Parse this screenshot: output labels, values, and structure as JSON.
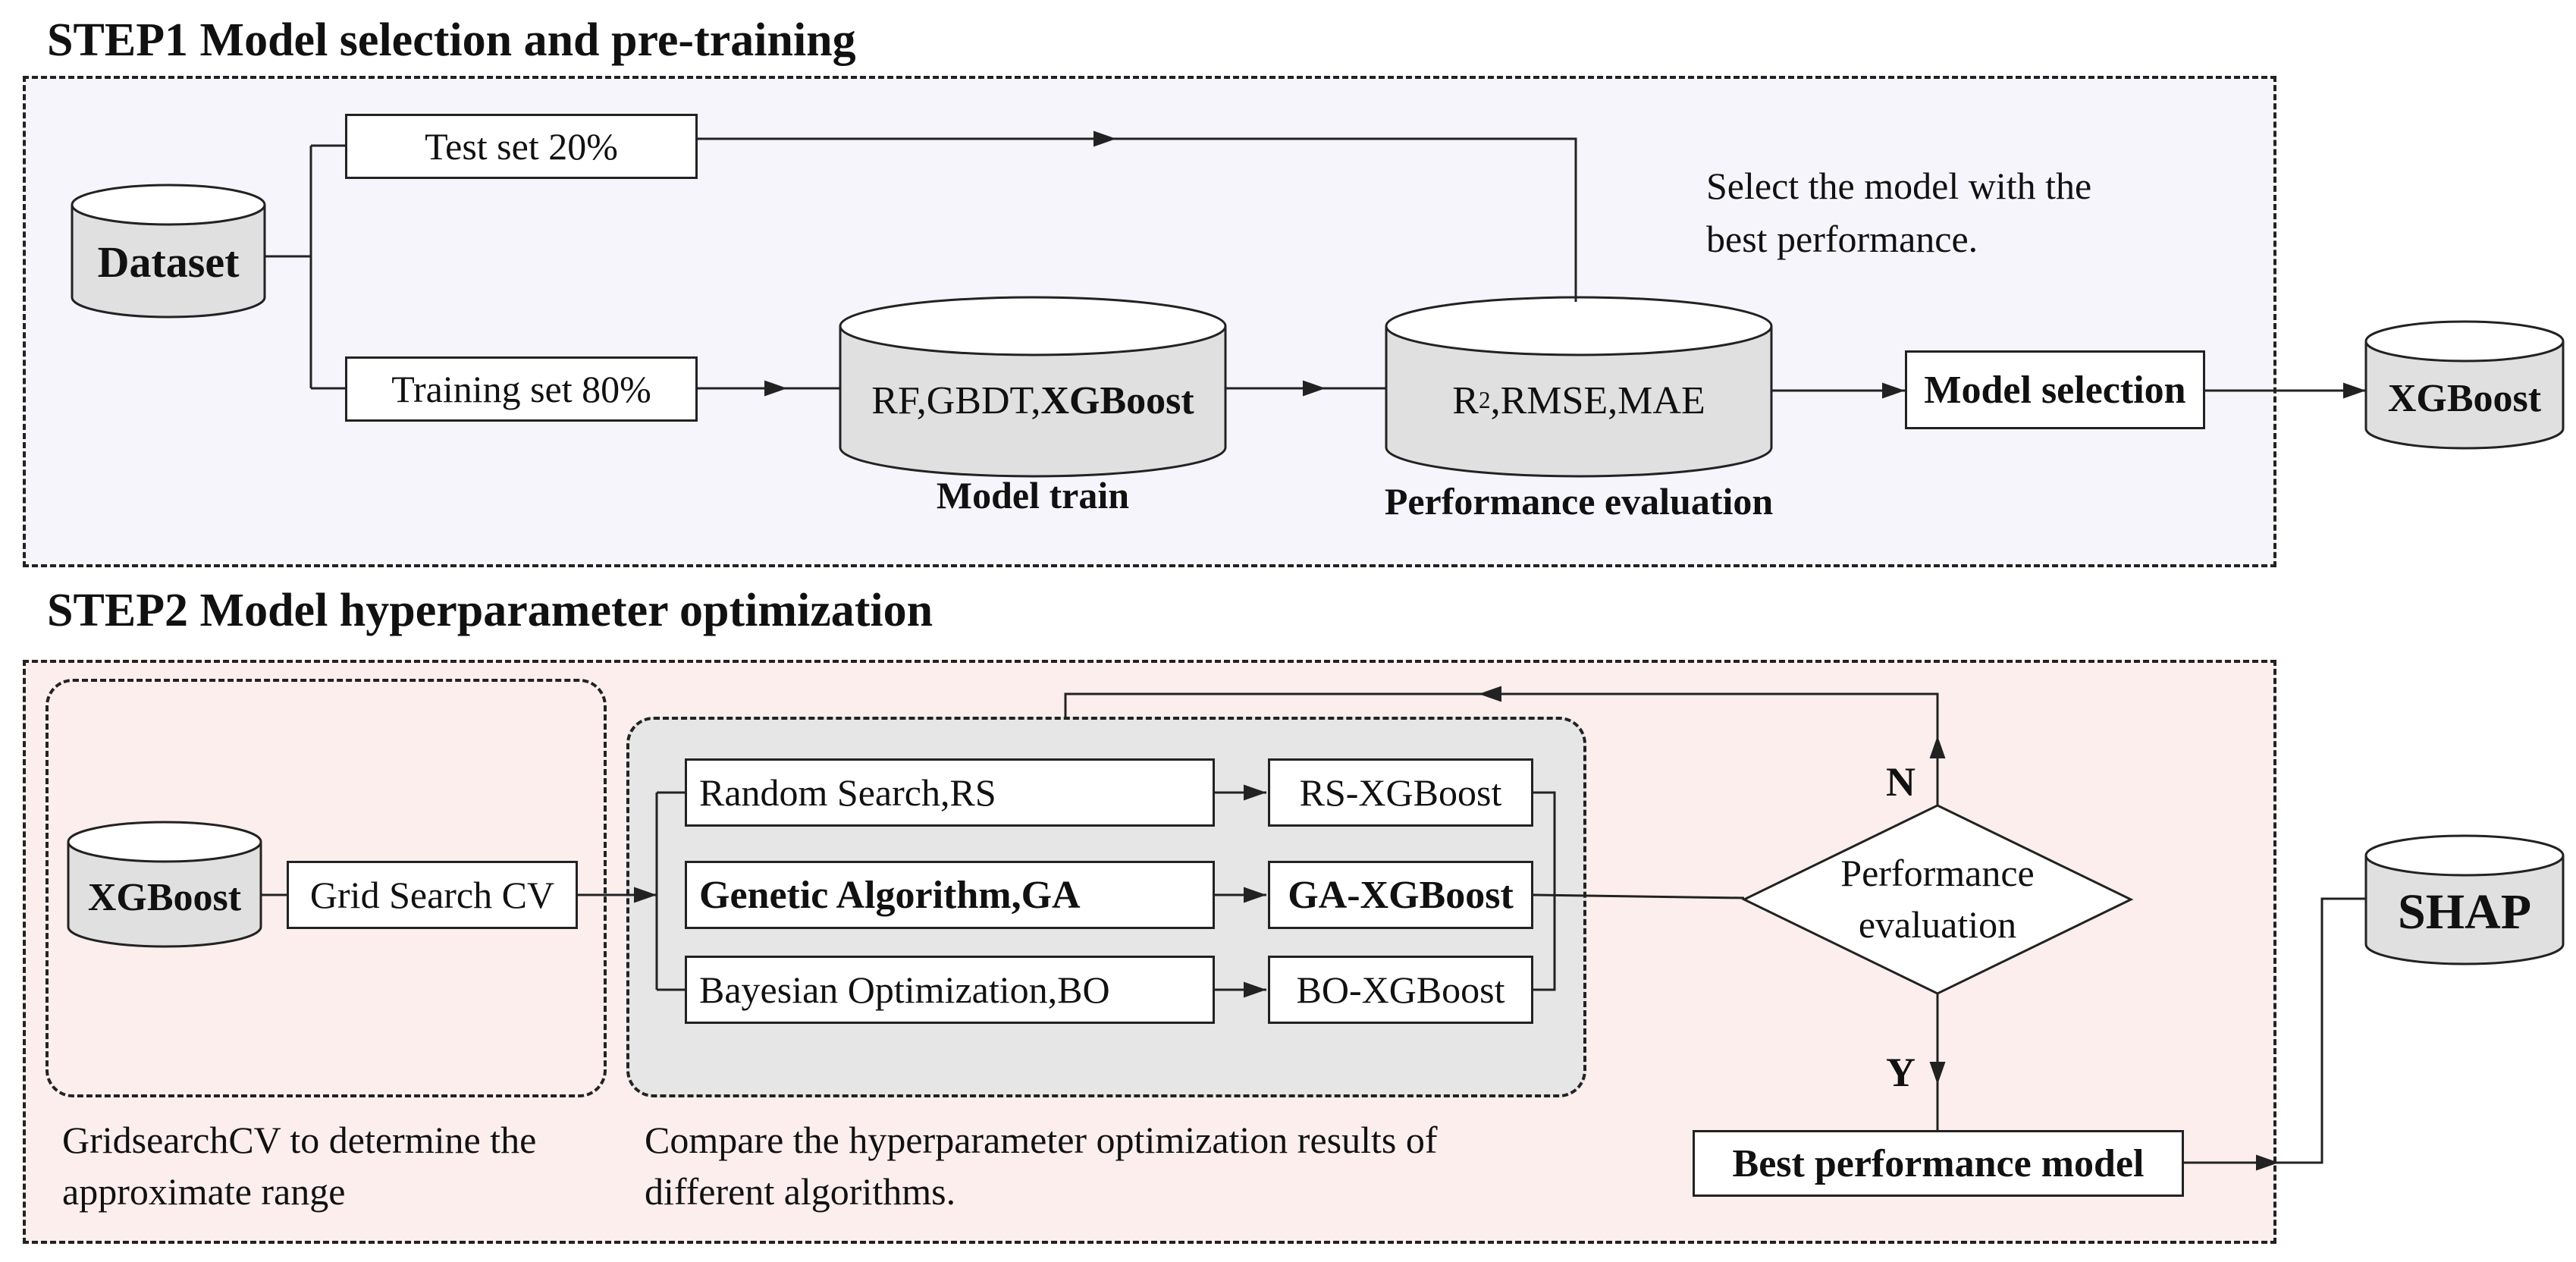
{
  "step1": {
    "title": "STEP1 Model selection and pre-training",
    "dataset": "Dataset",
    "test_set": "Test set 20%",
    "training_set": "Training set 80%",
    "models_plain": "RF,GBDT,",
    "models_bold": "XGBoost",
    "model_train_label": "Model train",
    "metric_r": "R",
    "metric_sup": "2",
    "metric_rest": ",RMSE,MAE",
    "performance_label": "Performance evaluation",
    "note_line1": "Select the model with the",
    "note_line2": "best performance.",
    "model_selection": "Model selection",
    "selected_model": "XGBoost"
  },
  "step2": {
    "title": "STEP2 Model hyperparameter optimization",
    "xgboost": "XGBoost",
    "grid_search": "Grid Search CV",
    "grid_note_line1": "GridsearchCV to determine the",
    "grid_note_line2": "approximate range",
    "methods": [
      {
        "name": "Random Search,RS",
        "result": "RS-XGBoost",
        "bold": false
      },
      {
        "name": "Genetic Algorithm,GA",
        "result": "GA-XGBoost",
        "bold": true
      },
      {
        "name": "Bayesian Optimization,BO",
        "result": "BO-XGBoost",
        "bold": false
      }
    ],
    "compare_note_line1": "Compare the hyperparameter optimization results of",
    "compare_note_line2": "different algorithms.",
    "decision_line1": "Performance",
    "decision_line2": "evaluation",
    "no_label": "N",
    "yes_label": "Y",
    "best_model": "Best performance model",
    "shap": "SHAP"
  },
  "colors": {
    "step1_bg": "#f6f5fb",
    "step2_bg": "#fdeeee",
    "inner_group_bg": "#e6e6e6",
    "cylinder_fill": "#e0e0e0",
    "stroke": "#222222"
  }
}
